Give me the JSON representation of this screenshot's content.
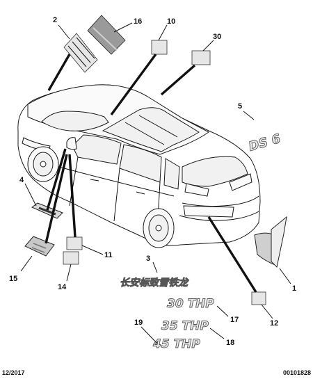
{
  "callouts": {
    "n1": "1",
    "n2": "2",
    "n3": "3",
    "n4": "4",
    "n5": "5",
    "n10": "10",
    "n11": "11",
    "n12": "12",
    "n14": "14",
    "n15": "15",
    "n16": "16",
    "n17": "17",
    "n18": "18",
    "n19": "19",
    "n30": "30"
  },
  "emblems": {
    "ds6": "DS 6",
    "chinese": "长安标致雪铁龙",
    "b30": "30 THP",
    "b35": "35 THP",
    "b45": "45 THP"
  },
  "footer": {
    "date": "12/2017",
    "ref": "00101828"
  }
}
